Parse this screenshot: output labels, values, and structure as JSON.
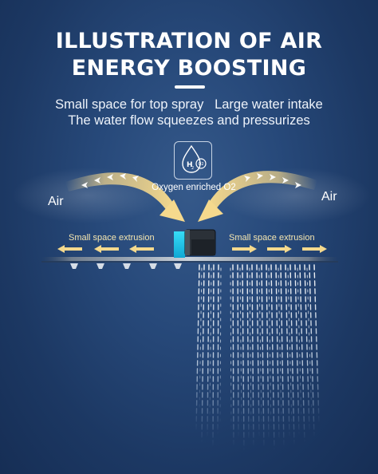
{
  "title": {
    "line1": "ILLUSTRATION OF AIR",
    "line2": "ENERGY BOOSTING"
  },
  "subtitle": {
    "line1": "Small space for top spray   Large water intake",
    "line2": "The water flow squeezes and pressurizes"
  },
  "icons": {
    "badge": "h2o-o2-icon",
    "arrows": "gold-arrow-icon",
    "nozzle": "spray-nozzle-icon"
  },
  "labels": {
    "oxygen": "Oxygen enriched O2",
    "air_left": "Air",
    "air_right": "Air",
    "extrusion_left": "Small space extrusion",
    "extrusion_right": "Small space extrusion"
  },
  "colors": {
    "background": "#1f3d6b",
    "gold": "#f3d58a",
    "cyan": "#1ec8e8",
    "water": "#dfeaf6"
  }
}
